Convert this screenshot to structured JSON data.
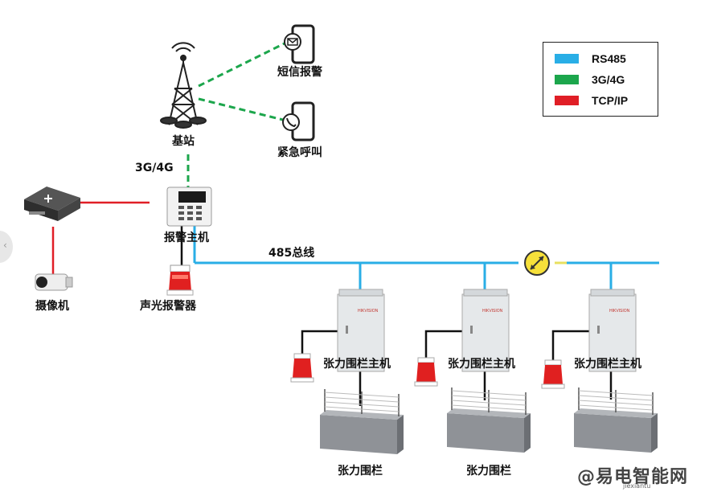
{
  "legend": {
    "items": [
      {
        "label": "RS485",
        "color": "#29aee6"
      },
      {
        "label": "3G/4G",
        "color": "#1ca64c"
      },
      {
        "label": "TCP/IP",
        "color": "#e01e26"
      }
    ]
  },
  "labels": {
    "base_station": "基站",
    "sms_alarm": "短信报警",
    "emergency_call": "紧急呼叫",
    "link_3g4g": "3G/4G",
    "alarm_host": "报警主机",
    "bus_485": "485总线",
    "camera": "摄像机",
    "sound_light_alarm": "声光报警器",
    "fence_host": "张力围栏主机",
    "fence": "张力围栏",
    "brand": "HIKVISION"
  },
  "watermark": {
    "text": "@易电智能网",
    "sub": "jiexiantu"
  },
  "colors": {
    "rs485": "#29aee6",
    "g34": "#1ca64c",
    "tcpip": "#e01e26",
    "wire": "#111111"
  }
}
